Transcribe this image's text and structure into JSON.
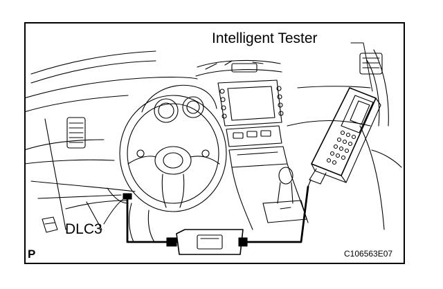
{
  "labels": {
    "tester": "Intelligent Tester",
    "connector": "DLC3",
    "corner": "P",
    "figure_code": "C106563E07"
  },
  "colors": {
    "ink": "#000000",
    "paper": "#ffffff"
  }
}
